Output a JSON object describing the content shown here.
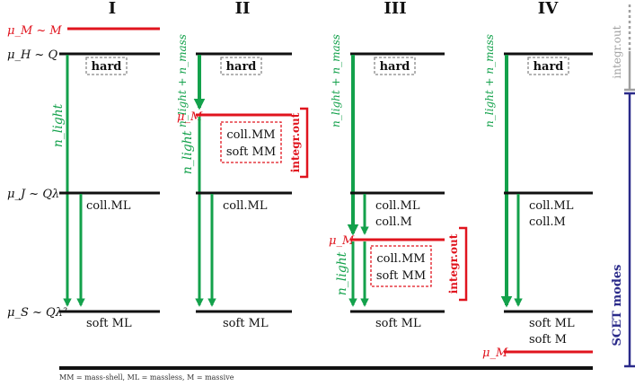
{
  "columns": [
    {
      "id": "I",
      "label": "I"
    },
    {
      "id": "II",
      "label": "II"
    },
    {
      "id": "III",
      "label": "III"
    },
    {
      "id": "IV",
      "label": "IV"
    }
  ],
  "scales": {
    "mu_M_sim_M": "μ_M ~ M",
    "mu_H": "μ_H ~ Q",
    "mu_J": "μ_J ~ Qλ",
    "mu_S": "μ_S ~ Qλ²",
    "mu_M": "μ_M"
  },
  "labels": {
    "hard": "hard",
    "coll_ML": "coll.ML",
    "coll_M": "coll.M",
    "coll_MM": "coll.MM",
    "soft_MM": "soft MM",
    "soft_ML": "soft ML",
    "soft_M": "soft M",
    "integr_out": "integr.out",
    "scet_modes": "SCET modes",
    "n_light": "n_light",
    "n_light_plus_n_mass": "n_light + n_mass"
  },
  "footnote": "MM = mass-shell, ML = massless, M = massive",
  "colors": {
    "red": "#e0141e",
    "green": "#13a14b",
    "black": "#111111",
    "gray": "#a0a0a0",
    "navy": "#2a2a8a"
  }
}
